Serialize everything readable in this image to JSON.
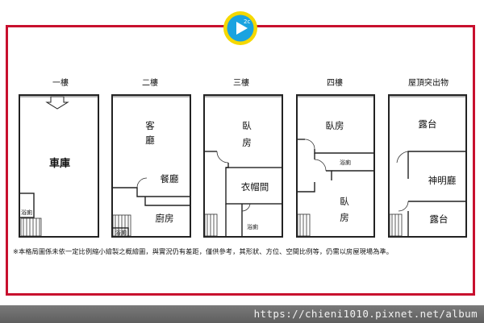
{
  "logo": {
    "text": "2c"
  },
  "floors": [
    {
      "label": "一樓",
      "rooms": {
        "garage": "車庫",
        "bath": "浴廁"
      }
    },
    {
      "label": "二樓",
      "rooms": {
        "living_1": "客",
        "living_2": "廳",
        "dining": "餐廳",
        "kitchen": "廚房",
        "bath": "浴廁"
      }
    },
    {
      "label": "三樓",
      "rooms": {
        "bed_1": "臥",
        "bed_2": "房",
        "closet": "衣帽間",
        "bath": "浴廁"
      }
    },
    {
      "label": "四樓",
      "rooms": {
        "bed_top": "臥房",
        "bath": "浴廁",
        "bed_b1": "臥",
        "bed_b2": "房"
      }
    },
    {
      "label": "屋頂突出物",
      "rooms": {
        "terrace_top": "露台",
        "shrine": "神明廳",
        "terrace_bottom": "露台"
      }
    }
  ],
  "disclaimer": "※本格局圖係未依一定比例縮小繪製之概繪圖，與實況仍有差距，僅供參考，其形狀、方位、空間比例等，仍需以房屋現場為準。",
  "footer": {
    "url": "https://chieni1010.pixnet.net/album"
  },
  "colors": {
    "frame": "#c8102e",
    "logo_ring": "#f5d800",
    "logo_fill": "#1aa3e0",
    "footer": "#6a6a6a"
  }
}
